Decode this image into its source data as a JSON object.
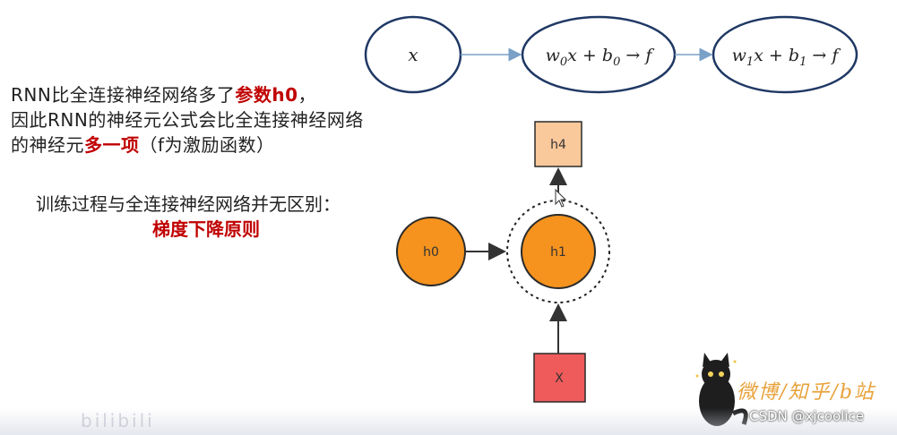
{
  "formula_nodes": [
    "x",
    "w0x + b0 → f",
    "w1x + b1 → f"
  ],
  "paragraph1": {
    "line1_a": "RNN比全连接神经网络多了",
    "line1_b": "参数h0",
    "line1_c": "，",
    "line2": "因此RNN的神经元公式会比全连接神经网络",
    "line3_a": "的神经元",
    "line3_b": "多一项",
    "line3_c": "（f为激励函数）"
  },
  "paragraph2": {
    "line1": "训练过程与全连接神经网络并无区别：",
    "line2": "梯度下降原则"
  },
  "rnn_nodes": {
    "h0": "h0",
    "h1": "h1",
    "h4": "h4",
    "x": "X"
  },
  "watermark": "微博/知乎/b站",
  "credit": "CSDN @xjcoolice",
  "bottom_logo": "bilibili",
  "colors": {
    "highlight_red": "#c00000",
    "hidden_node": "#f5931e",
    "output_node": "#f9c89b",
    "input_node": "#ef5b5b",
    "ellipse_stroke": "#1f3864"
  }
}
